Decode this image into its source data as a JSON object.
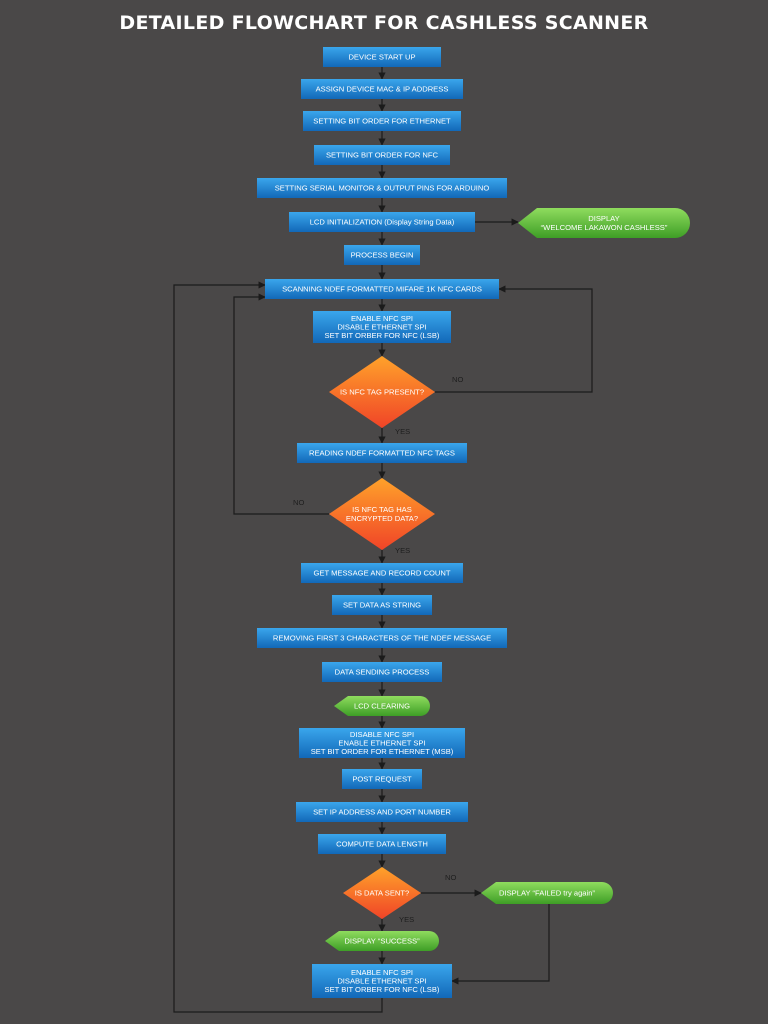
{
  "title": "DETAILED FLOWCHART FOR CASHLESS SCANNER",
  "colors": {
    "background": "#4a4848",
    "process_top": "#3aa6ec",
    "process_bottom": "#1268b8",
    "decision_top": "#ffa22a",
    "decision_bottom": "#f04428",
    "display_top": "#8fdc5e",
    "display_bottom": "#3e9e26",
    "connector": "#1b1b1b"
  },
  "nodes": [
    {
      "id": "start",
      "type": "process",
      "lines": [
        "DEVICE START UP"
      ]
    },
    {
      "id": "mac",
      "type": "process",
      "lines": [
        "ASSIGN DEVICE MAC & IP ADDRESS"
      ]
    },
    {
      "id": "bit_eth",
      "type": "process",
      "lines": [
        "SETTING BIT ORDER FOR ETHERNET"
      ]
    },
    {
      "id": "bit_nfc",
      "type": "process",
      "lines": [
        "SETTING BIT ORDER FOR NFC"
      ]
    },
    {
      "id": "serial",
      "type": "process",
      "lines": [
        "SETTING SERIAL MONITOR & OUTPUT PINS FOR ARDUINO"
      ]
    },
    {
      "id": "lcd_init",
      "type": "process",
      "lines": [
        "LCD INITIALIZATION (Display String Data)"
      ]
    },
    {
      "id": "disp_welcome",
      "type": "display",
      "lines": [
        "DISPLAY",
        "“WELCOME LAKAWON CASHLESS”"
      ]
    },
    {
      "id": "process_begin",
      "type": "process",
      "lines": [
        "PROCESS BEGIN"
      ]
    },
    {
      "id": "scan",
      "type": "process",
      "lines": [
        "SCANNING NDEF FORMATTED MIFARE 1K NFC CARDS"
      ]
    },
    {
      "id": "enable_nfc_1",
      "type": "process",
      "lines": [
        "ENABLE NFC SPI",
        "DISABLE ETHERNET SPI",
        "SET BIT ORBER FOR NFC (LSB)"
      ]
    },
    {
      "id": "tag_present",
      "type": "decision",
      "lines": [
        "IS NFC TAG PRESENT?"
      ]
    },
    {
      "id": "reading",
      "type": "process",
      "lines": [
        "READING NDEF FORMATTED NFC TAGS"
      ]
    },
    {
      "id": "encrypted",
      "type": "decision",
      "lines": [
        "IS NFC TAG HAS",
        "ENCRYPTED DATA?"
      ]
    },
    {
      "id": "msg_count",
      "type": "process",
      "lines": [
        "GET MESSAGE AND RECORD COUNT"
      ]
    },
    {
      "id": "set_string",
      "type": "process",
      "lines": [
        "SET DATA AS STRING"
      ]
    },
    {
      "id": "remove3",
      "type": "process",
      "lines": [
        "REMOVING FIRST 3 CHARACTERS OF THE NDEF MESSAGE"
      ]
    },
    {
      "id": "data_sending",
      "type": "process",
      "lines": [
        "DATA SENDING PROCESS"
      ]
    },
    {
      "id": "lcd_clear",
      "type": "display",
      "lines": [
        "LCD CLEARING"
      ]
    },
    {
      "id": "disable_nfc",
      "type": "process",
      "lines": [
        "DISABLE NFC SPI",
        "ENABLE ETHERNET SPI",
        "SET BIT ORDER FOR ETHERNET (MSB)"
      ]
    },
    {
      "id": "post",
      "type": "process",
      "lines": [
        "POST REQUEST"
      ]
    },
    {
      "id": "set_ip",
      "type": "process",
      "lines": [
        "SET IP ADDRESS AND PORT NUMBER"
      ]
    },
    {
      "id": "compute",
      "type": "process",
      "lines": [
        "COMPUTE DATA LENGTH"
      ]
    },
    {
      "id": "data_sent",
      "type": "decision",
      "lines": [
        "IS DATA SENT?"
      ]
    },
    {
      "id": "disp_failed",
      "type": "display",
      "lines": [
        "DISPLAY “FAILED try again”"
      ]
    },
    {
      "id": "disp_success",
      "type": "display",
      "lines": [
        "DISPLAY “SUCCESS”"
      ]
    },
    {
      "id": "enable_nfc_2",
      "type": "process",
      "lines": [
        "ENABLE NFC SPI",
        "DISABLE ETHERNET SPI",
        "SET BIT ORBER FOR NFC (LSB)"
      ]
    }
  ],
  "edge_labels": [
    {
      "id": "tag_present_no",
      "text": "NO"
    },
    {
      "id": "tag_present_yes",
      "text": "YES"
    },
    {
      "id": "encrypted_no",
      "text": "NO"
    },
    {
      "id": "encrypted_yes",
      "text": "YES"
    },
    {
      "id": "data_sent_no",
      "text": "NO"
    },
    {
      "id": "data_sent_yes",
      "text": "YES"
    }
  ]
}
